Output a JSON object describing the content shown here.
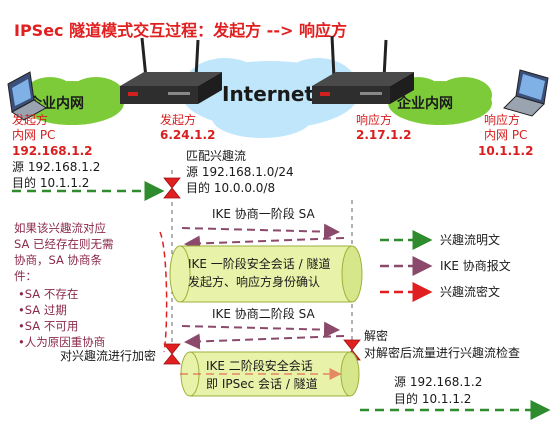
{
  "title": "IPSec 隧道模式交互过程：发起方 --> 响应方",
  "cloud_left_label": "企业内网",
  "cloud_right_label": "企业内网",
  "internet_label": "Internet",
  "initiator": {
    "line1": "发起方",
    "line2": "内网 PC",
    "ip": "192.168.1.2",
    "src": "源 192.168.1.2",
    "dst": "目的 10.1.1.2"
  },
  "initiator_router": {
    "line1": "发起方",
    "ip": "6.24.1.2"
  },
  "responder_router": {
    "line1": "响应方",
    "ip": "2.17.1.2"
  },
  "responder": {
    "line1": "响应方",
    "line2": "内网 PC",
    "ip": "10.1.1.2"
  },
  "match_flow": {
    "line1": "匹配兴趣流",
    "line2": "源 192.168.1.0/24",
    "line3": "目的 10.0.0.0/8"
  },
  "ike_phase1": "IKE 协商一阶段 SA",
  "tunnel_box1": {
    "line1": "IKE 一阶段安全会话 / 隧道",
    "line2": "发起方、响应方身份确认"
  },
  "ike_phase2": "IKE 协商二阶段 SA",
  "tunnel_box2": {
    "line1": "IKE 二阶段安全会话",
    "line2": "即 IPSec 会话 / 隧道"
  },
  "sa_note": {
    "line1": "如果该兴趣流对应",
    "line2": "SA 已经存在则无需",
    "line3": "协商，SA 协商条",
    "line4": "件：",
    "items": [
      "•SA 不存在",
      "•SA 过期",
      "•SA 不可用",
      "•人为原因重协商"
    ]
  },
  "encrypt_label": "对兴趣流进行加密",
  "decrypt_label1": "解密",
  "decrypt_label2": "对解密后流量进行兴趣流检查",
  "bottom_src": "源 192.168.1.2",
  "bottom_dst": "目的 10.1.1.2",
  "legend": [
    {
      "label": "兴趣流明文",
      "color": "#2e8b2e"
    },
    {
      "label": "IKE 协商报文",
      "color": "#8b4a6b"
    },
    {
      "label": "兴趣流密文",
      "color": "#e02020"
    }
  ],
  "colors": {
    "title": "#e02020",
    "red_text": "#d81e1e",
    "note_text": "#8b2a4a",
    "cloud_green": "#7ecb3a",
    "sky_blue": "#bfe6fb",
    "router": "#333333",
    "tunnel_fill": "#e8f2a8"
  }
}
